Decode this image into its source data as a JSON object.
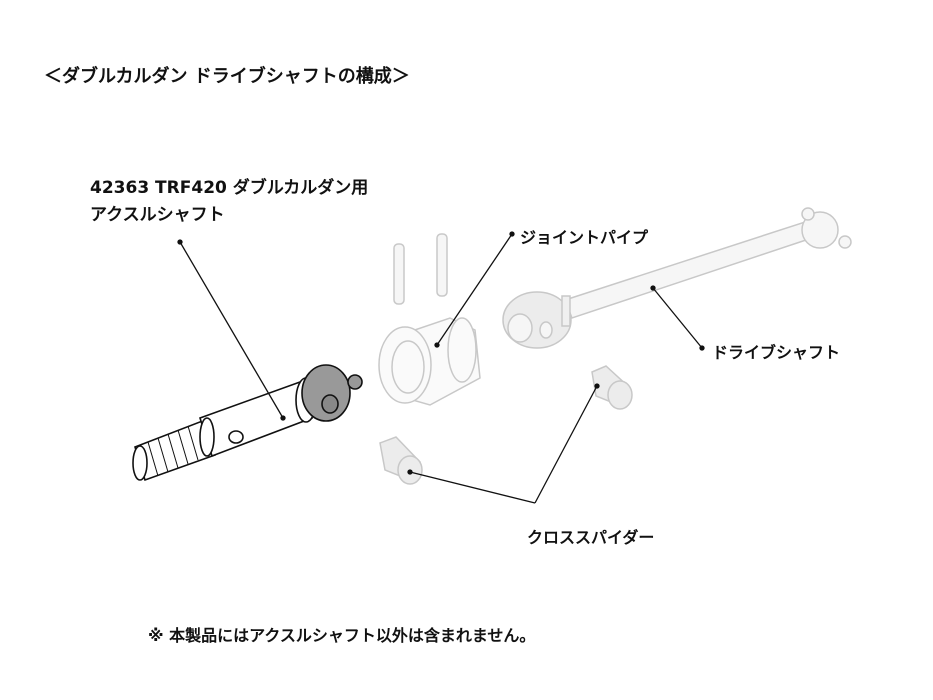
{
  "title": "＜ダブルカルダン ドライブシャフトの構成＞",
  "labels": {
    "axle_line1": "42363 TRF420 ダブルカルダン用",
    "axle_line2": "アクスルシャフト",
    "joint_pipe": "ジョイントパイプ",
    "drive_shaft": "ドライブシャフト",
    "cross_spider": "クロススパイダー"
  },
  "note": "※ 本製品にはアクスルシャフト以外は含まれません。",
  "colors": {
    "highlight_part": "#999999",
    "ghost_part": "#c8c8c8",
    "ghost_fill": "#ececec"
  }
}
